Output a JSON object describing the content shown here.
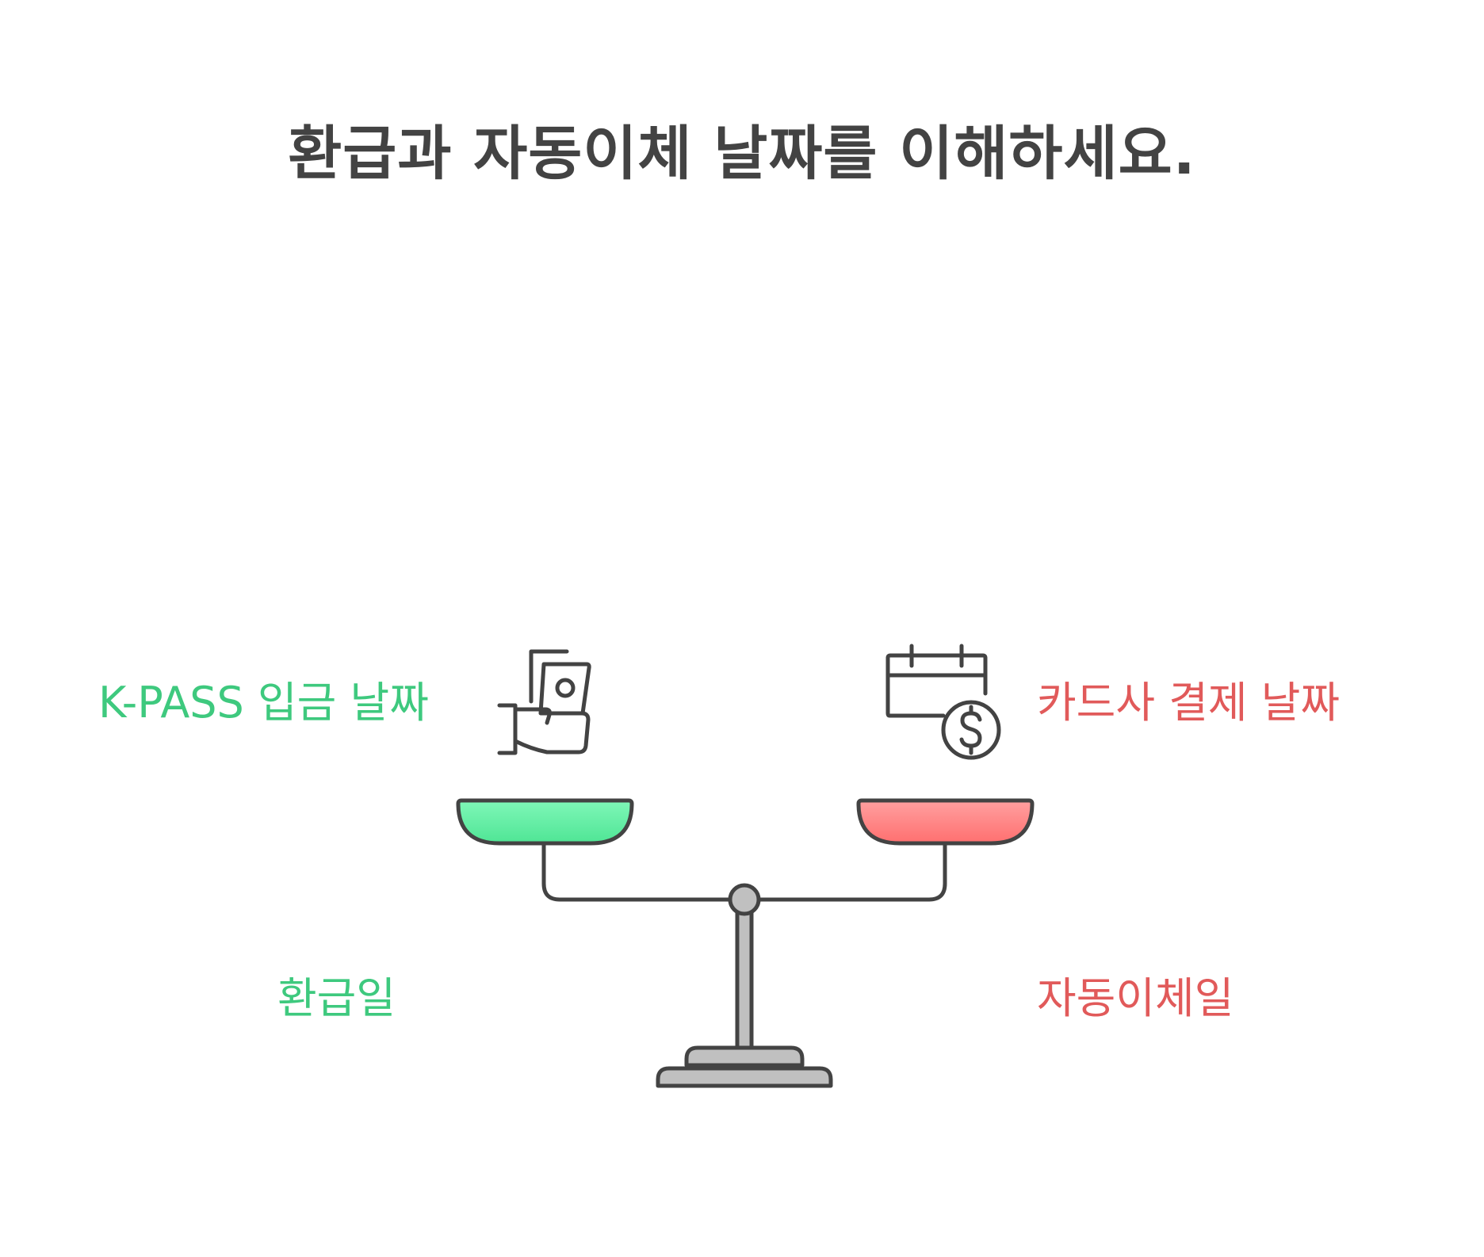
{
  "title": "환급과 자동이체 날짜를 이해하세요.",
  "left": {
    "top_label": "K-PASS 입금 날짜",
    "bottom_label": "환급일",
    "icon": "hand-holding-cash-icon",
    "color": "#3ec97e",
    "pan_color": "#5eeba0"
  },
  "right": {
    "top_label": "카드사 결제 날짜",
    "bottom_label": "자동이체일",
    "icon": "calendar-dollar-icon",
    "color": "#e15a5a",
    "pan_color": "#ff7f7f"
  },
  "scale": {
    "icon": "balance-scale-icon",
    "outline_color": "#434343",
    "base_color": "#c0c0c0"
  }
}
